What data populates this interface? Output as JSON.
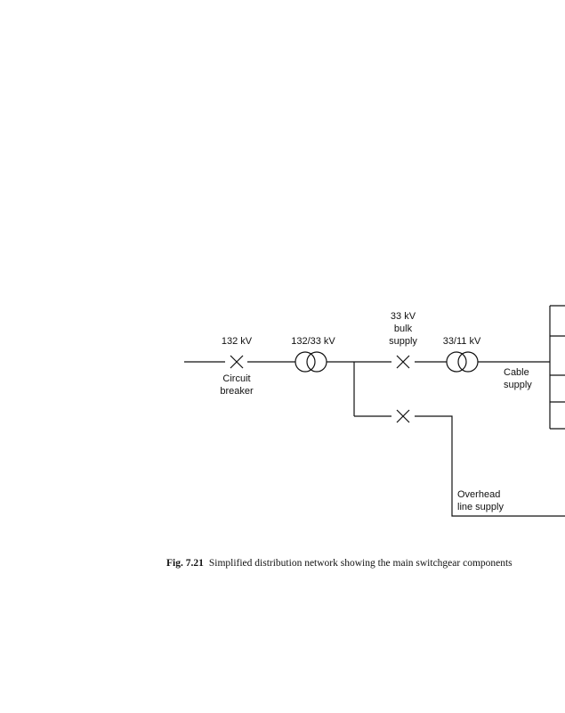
{
  "labels": {
    "v132": "132 kV",
    "cb_line1": "Circuit",
    "cb_line2": "breaker",
    "tx1": "132/33 kV",
    "bulk_line1": "33 kV",
    "bulk_line2": "bulk",
    "bulk_line3": "supply",
    "tx2": "33/11 kV",
    "cable_line1": "Cable",
    "cable_line2": "supply",
    "ovh_line1": "Overhead",
    "ovh_line2": "line supply"
  },
  "caption": {
    "number": "Fig. 7.21",
    "text": "Simplified distribution network showing the main switchgear components"
  }
}
